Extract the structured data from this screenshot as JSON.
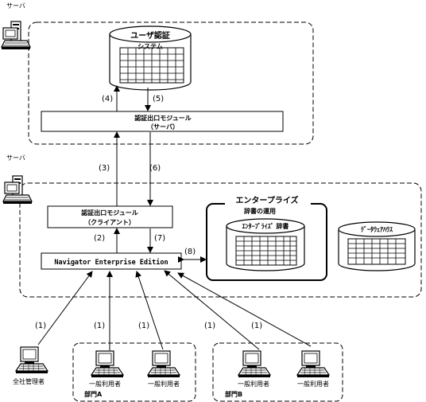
{
  "server_top": {
    "label": "サーバ"
  },
  "server_bottom": {
    "label": "サーバ"
  },
  "user_auth_system": {
    "line1": "ユーザ認証",
    "line2": "システム"
  },
  "auth_module_server": {
    "line1": "認証出口モジュール",
    "line2": "（サーバ）"
  },
  "auth_module_client": {
    "line1": "認証出口モジュール",
    "line2": "（クライアント）"
  },
  "navigator": {
    "label": "Navigator Enterprise Edition"
  },
  "enterprise_dict_group": {
    "line1": "エンタープライズ",
    "line2": "辞書の運用"
  },
  "enterprise_dict": {
    "label": "ｴﾝﾀｰﾌﾟﾗｲｽﾞ 辞書"
  },
  "data_warehouse": {
    "label": "ﾃﾞｰﾀｳｪｱﾊｳｽ"
  },
  "steps": {
    "s1": "(1)",
    "s2": "(2)",
    "s3": "(3)",
    "s4": "(4)",
    "s5": "(5)",
    "s6": "(6)",
    "s7": "(7)",
    "s8": "(8)"
  },
  "admin": {
    "label": "全社管理者"
  },
  "dept_a": {
    "label": "部門A",
    "user1": "一般利用者",
    "user2": "一般利用者"
  },
  "dept_b": {
    "label": "部門B",
    "user1": "一般利用者",
    "user2": "一般利用者"
  }
}
